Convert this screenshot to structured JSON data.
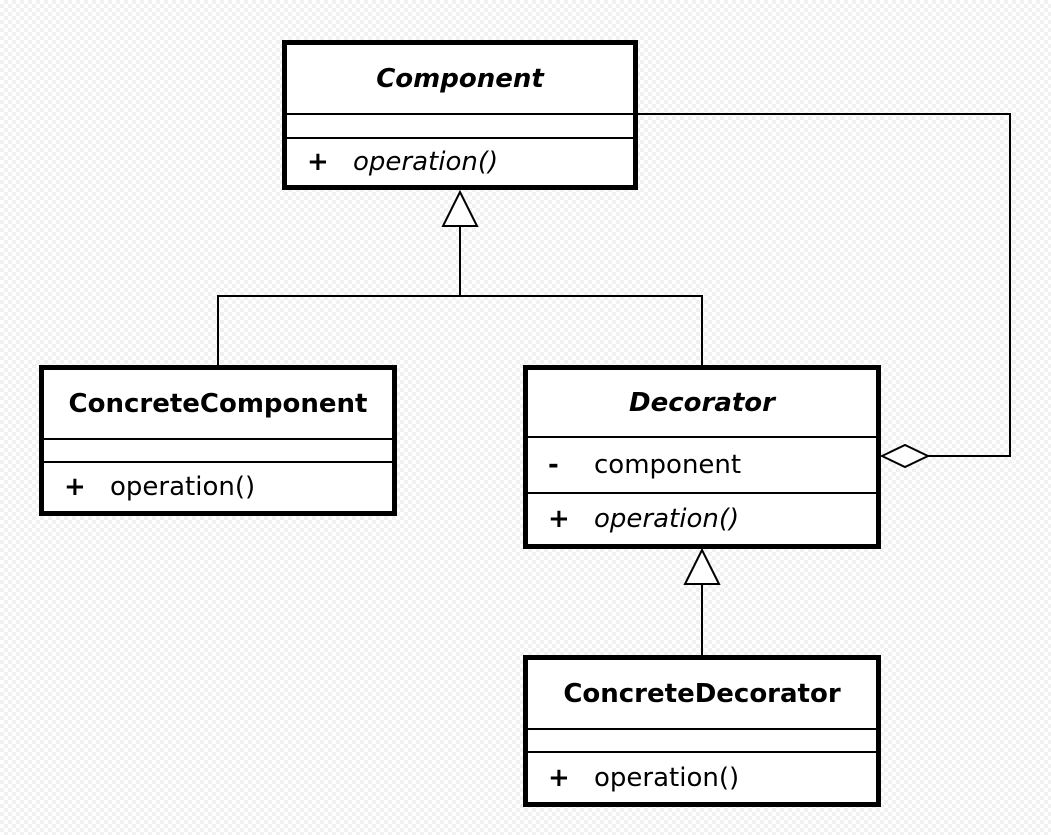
{
  "classes": {
    "component": {
      "name": "Component",
      "attributes": [],
      "operations": [
        {
          "visibility": "+",
          "name": "operation()",
          "abstract": true
        }
      ]
    },
    "concrete_component": {
      "name": "ConcreteComponent",
      "attributes": [],
      "operations": [
        {
          "visibility": "+",
          "name": "operation()",
          "abstract": false
        }
      ]
    },
    "decorator": {
      "name": "Decorator",
      "attributes": [
        {
          "visibility": "-",
          "name": "component"
        }
      ],
      "operations": [
        {
          "visibility": "+",
          "name": "operation()",
          "abstract": true
        }
      ]
    },
    "concrete_decorator": {
      "name": "ConcreteDecorator",
      "attributes": [],
      "operations": [
        {
          "visibility": "+",
          "name": "operation()",
          "abstract": false
        }
      ]
    }
  },
  "relationships": [
    {
      "type": "generalization",
      "from": "concrete_component",
      "to": "component"
    },
    {
      "type": "generalization",
      "from": "decorator",
      "to": "component"
    },
    {
      "type": "generalization",
      "from": "concrete_decorator",
      "to": "decorator"
    },
    {
      "type": "aggregation",
      "from": "decorator",
      "to": "component"
    }
  ]
}
